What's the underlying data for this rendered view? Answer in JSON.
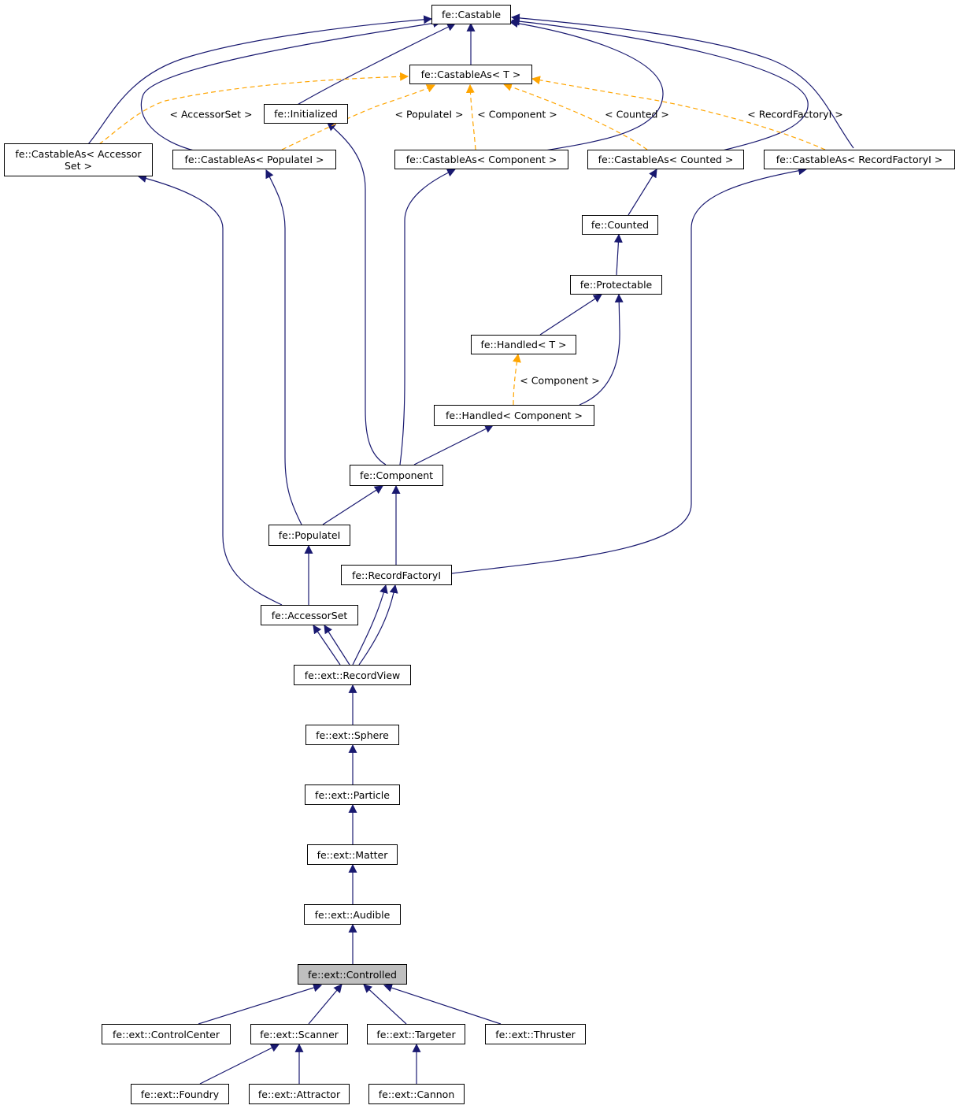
{
  "colors": {
    "inheritance_edge": "#191970",
    "template_edge": "#ffa500",
    "highlight_node": "#bfbfbf"
  },
  "nodes": {
    "castable": "fe::Castable",
    "castable_as_t": "fe::CastableAs< T >",
    "initialized": "fe::Initialized",
    "castable_as_accessorset": "fe::CastableAs< Accessor\nSet >",
    "castable_as_populatei": "fe::CastableAs< PopulateI >",
    "castable_as_component": "fe::CastableAs< Component >",
    "castable_as_counted": "fe::CastableAs< Counted >",
    "castable_as_recordfactoryi": "fe::CastableAs< RecordFactoryI >",
    "counted": "fe::Counted",
    "protectable": "fe::Protectable",
    "handled_t": "fe::Handled< T >",
    "handled_component": "fe::Handled< Component >",
    "component": "fe::Component",
    "populatei": "fe::PopulateI",
    "recordfactoryi": "fe::RecordFactoryI",
    "accessorset": "fe::AccessorSet",
    "recordview": "fe::ext::RecordView",
    "sphere": "fe::ext::Sphere",
    "particle": "fe::ext::Particle",
    "matter": "fe::ext::Matter",
    "audible": "fe::ext::Audible",
    "controlled": "fe::ext::Controlled",
    "controlcenter": "fe::ext::ControlCenter",
    "scanner": "fe::ext::Scanner",
    "targeter": "fe::ext::Targeter",
    "thruster": "fe::ext::Thruster",
    "foundry": "fe::ext::Foundry",
    "attractor": "fe::ext::Attractor",
    "cannon": "fe::ext::Cannon"
  },
  "edge_labels": {
    "accessorset": "< AccessorSet >",
    "populatei": "< PopulateI >",
    "component": "< Component >",
    "counted": "< Counted >",
    "recordfactoryi": "< RecordFactoryI >",
    "handled_component": "< Component >"
  },
  "edges": [
    {
      "from": "castable_as_t",
      "to": "castable",
      "style": "inherit"
    },
    {
      "from": "initialized",
      "to": "castable",
      "style": "inherit"
    },
    {
      "from": "castable_as_accessorset",
      "to": "castable",
      "style": "inherit"
    },
    {
      "from": "castable_as_populatei",
      "to": "castable",
      "style": "inherit"
    },
    {
      "from": "castable_as_component",
      "to": "castable",
      "style": "inherit"
    },
    {
      "from": "castable_as_counted",
      "to": "castable",
      "style": "inherit"
    },
    {
      "from": "castable_as_recordfactoryi",
      "to": "castable",
      "style": "inherit"
    },
    {
      "from": "castable_as_accessorset",
      "to": "castable_as_t",
      "style": "template",
      "label": "accessorset"
    },
    {
      "from": "castable_as_populatei",
      "to": "castable_as_t",
      "style": "template",
      "label": "populatei"
    },
    {
      "from": "castable_as_component",
      "to": "castable_as_t",
      "style": "template",
      "label": "component"
    },
    {
      "from": "castable_as_counted",
      "to": "castable_as_t",
      "style": "template",
      "label": "counted"
    },
    {
      "from": "castable_as_recordfactoryi",
      "to": "castable_as_t",
      "style": "template",
      "label": "recordfactoryi"
    },
    {
      "from": "counted",
      "to": "castable_as_counted",
      "style": "inherit"
    },
    {
      "from": "protectable",
      "to": "counted",
      "style": "inherit"
    },
    {
      "from": "handled_t",
      "to": "protectable",
      "style": "inherit"
    },
    {
      "from": "handled_component",
      "to": "protectable",
      "style": "inherit"
    },
    {
      "from": "handled_component",
      "to": "handled_t",
      "style": "template",
      "label": "handled_component"
    },
    {
      "from": "component",
      "to": "initialized",
      "style": "inherit"
    },
    {
      "from": "component",
      "to": "castable_as_component",
      "style": "inherit"
    },
    {
      "from": "component",
      "to": "handled_component",
      "style": "inherit"
    },
    {
      "from": "populatei",
      "to": "component",
      "style": "inherit"
    },
    {
      "from": "populatei",
      "to": "castable_as_populatei",
      "style": "inherit"
    },
    {
      "from": "recordfactoryi",
      "to": "component",
      "style": "inherit"
    },
    {
      "from": "recordfactoryi",
      "to": "castable_as_recordfactoryi",
      "style": "inherit"
    },
    {
      "from": "accessorset",
      "to": "populatei",
      "style": "inherit"
    },
    {
      "from": "accessorset",
      "to": "castable_as_accessorset",
      "style": "inherit"
    },
    {
      "from": "recordview",
      "to": "accessorset",
      "style": "inherit"
    },
    {
      "from": "recordview",
      "to": "accessorset",
      "style": "inherit"
    },
    {
      "from": "recordview",
      "to": "recordfactoryi",
      "style": "inherit"
    },
    {
      "from": "recordview",
      "to": "recordfactoryi",
      "style": "inherit"
    },
    {
      "from": "sphere",
      "to": "recordview",
      "style": "inherit"
    },
    {
      "from": "particle",
      "to": "sphere",
      "style": "inherit"
    },
    {
      "from": "matter",
      "to": "particle",
      "style": "inherit"
    },
    {
      "from": "audible",
      "to": "matter",
      "style": "inherit"
    },
    {
      "from": "controlled",
      "to": "audible",
      "style": "inherit"
    },
    {
      "from": "controlcenter",
      "to": "controlled",
      "style": "inherit"
    },
    {
      "from": "scanner",
      "to": "controlled",
      "style": "inherit"
    },
    {
      "from": "targeter",
      "to": "controlled",
      "style": "inherit"
    },
    {
      "from": "thruster",
      "to": "controlled",
      "style": "inherit"
    },
    {
      "from": "foundry",
      "to": "scanner",
      "style": "inherit"
    },
    {
      "from": "attractor",
      "to": "scanner",
      "style": "inherit"
    },
    {
      "from": "cannon",
      "to": "targeter",
      "style": "inherit"
    }
  ]
}
